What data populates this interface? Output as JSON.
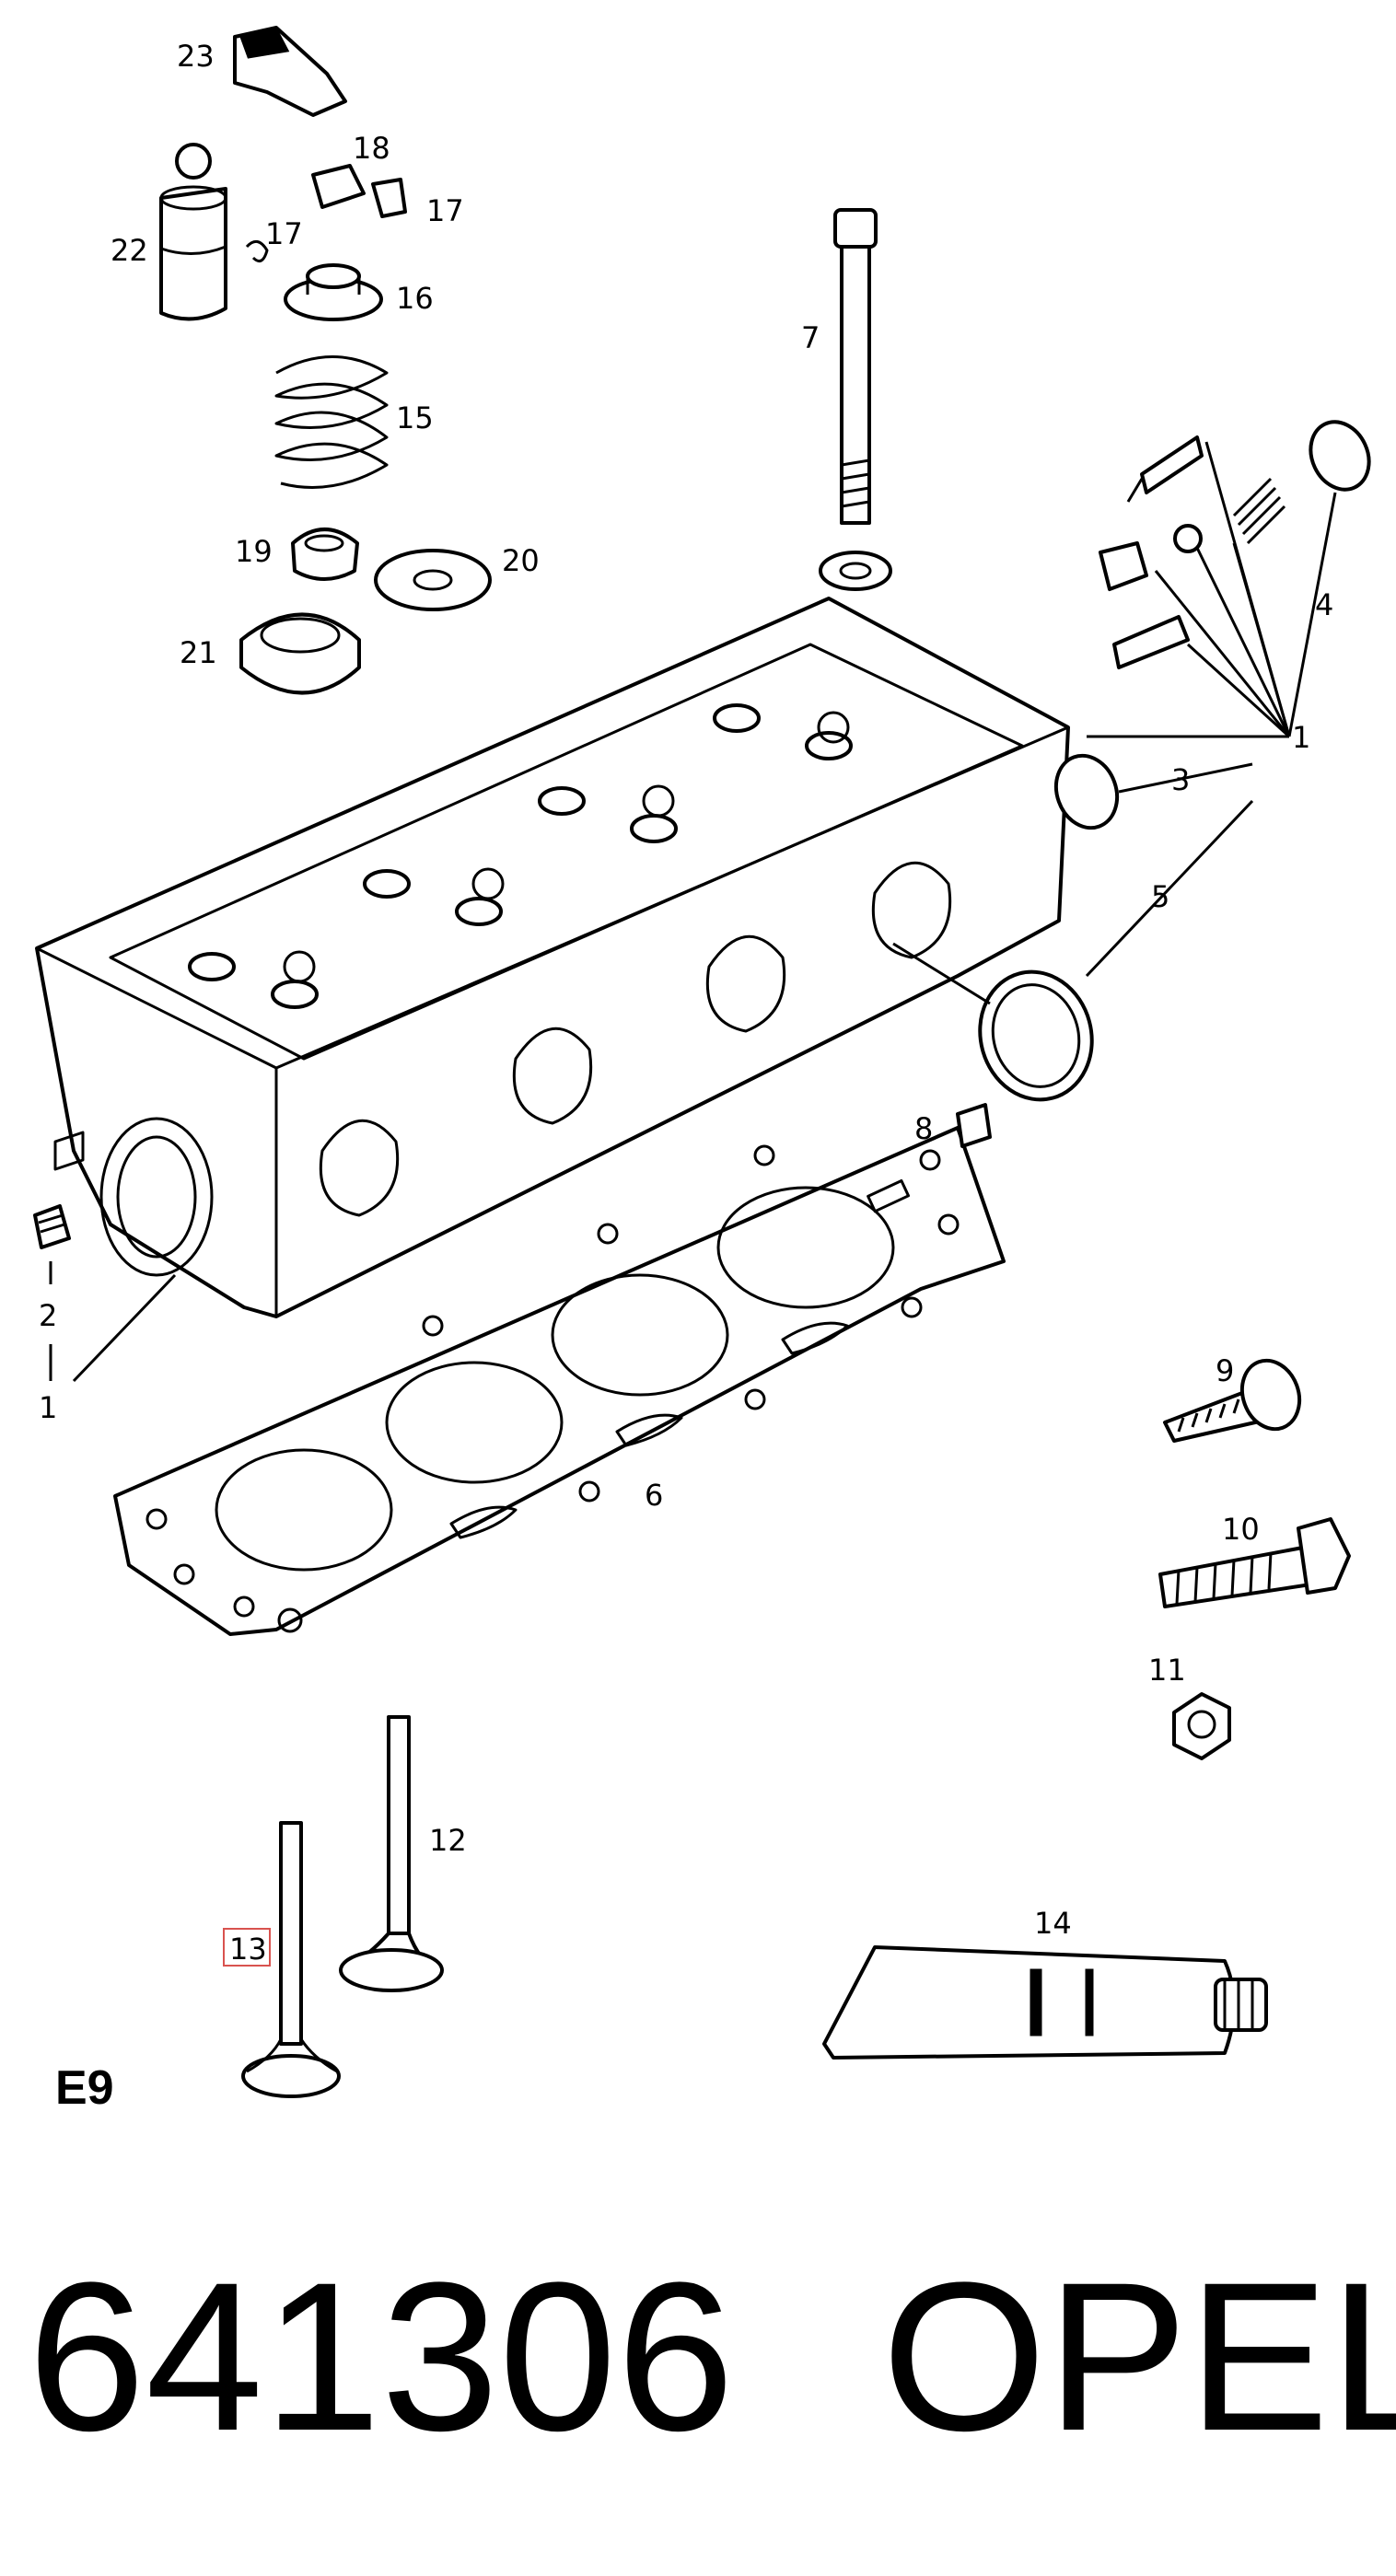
{
  "labels": {
    "l1a": "1",
    "l1b": "1",
    "l2": "2",
    "l3": "3",
    "l4": "4",
    "l5": "5",
    "l6": "6",
    "l7": "7",
    "l8": "8",
    "l9": "9",
    "l10": "10",
    "l11": "11",
    "l12": "12",
    "l13": "13",
    "l14": "14",
    "l15": "15",
    "l16": "16",
    "l17a": "17",
    "l17b": "17",
    "l18": "18",
    "l19": "19",
    "l20": "20",
    "l21": "21",
    "l22": "22",
    "l23": "23"
  },
  "sheet_code": "E9",
  "footer": {
    "part_number": "641306",
    "brand": "OPEL"
  },
  "colors": {
    "ink": "#000000",
    "highlight": "#d9534f",
    "background": "#ffffff"
  }
}
